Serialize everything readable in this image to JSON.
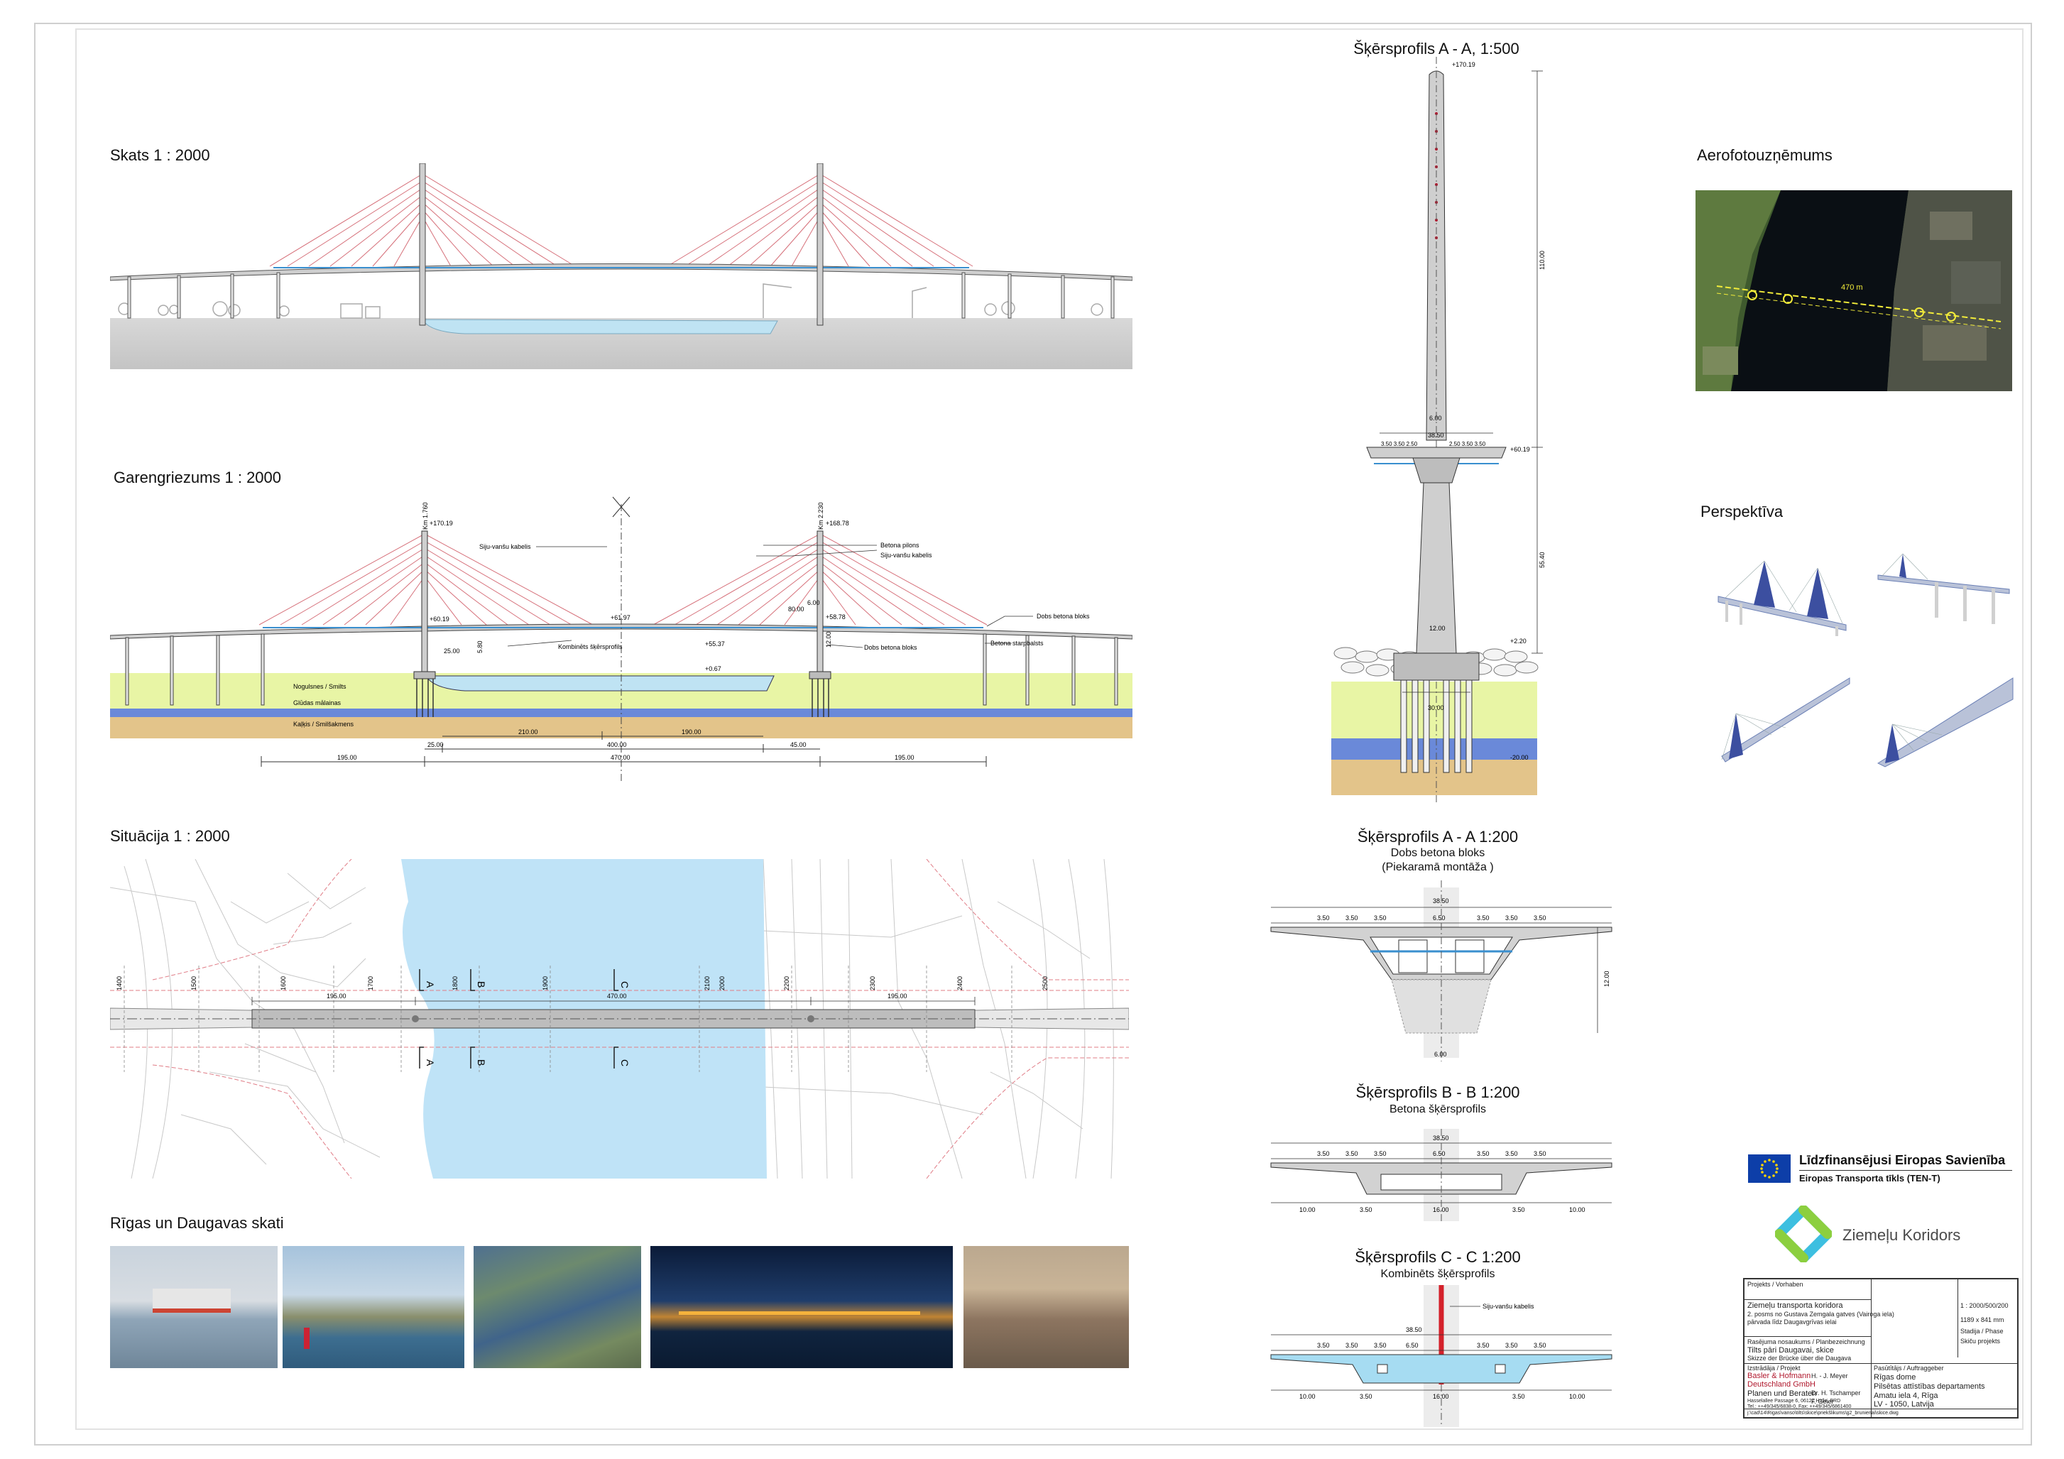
{
  "headings": {
    "view": "Skats 1 : 2000",
    "longitudinal": "Garengriezums 1 : 2000",
    "situation": "Situācija 1 : 2000",
    "photos": "Rīgas un Daugavas skati",
    "section_pylon": "Šķērsprofils A - A, 1:500",
    "aerial": "Aerofotouzņēmums",
    "perspective": "Perspektīva",
    "section_a": "Šķērsprofils A - A 1:200",
    "section_a_sub1": "Dobs betona bloks",
    "section_a_sub2": "(Piekaramā montāža )",
    "section_b": "Šķērsprofils B - B 1:200",
    "section_b_sub": "Betona šķērsprofils",
    "section_c": "Šķērsprofils C - C 1:200",
    "section_c_sub": "Kombinēts šķērsprofils"
  },
  "longitudinal": {
    "labels": {
      "cable_left": "Siju-vanšu kabelis",
      "pylon": "Betona pilons",
      "cable_right": "Siju-vanšu kabelis",
      "hollow_block_right": "Dobs betona bloks",
      "combined": "Kombinēts šķērsprofils",
      "hollow_block_center": "Dobs betona bloks",
      "concrete_pier": "Betona starpbalsts",
      "layer1": "Nogulsnes / Smilts",
      "layer2": "Glūdas mālainas",
      "layer3": "Kaļķis / Smilšakmens"
    },
    "elevations": {
      "km_left": "Km 1.760",
      "km_right": "Km 2.230",
      "top_left": "+170.19",
      "top_right": "+168.78",
      "deck_left": "+60.19",
      "deck_right": "+58.78",
      "mid": "+61.97",
      "clear": "+55.37",
      "water": "+0.67",
      "d1": "6.00",
      "d2": "80.00",
      "d3": "5.80",
      "d4": "25.00",
      "d5": "12.00"
    },
    "dims": {
      "side_left": "195.00",
      "main": "470.00",
      "side_right": "195.00",
      "a25": "25.00",
      "a210": "210.00",
      "a400": "400.00",
      "a190": "190.00",
      "a45": "45.00"
    }
  },
  "situation": {
    "stations": [
      "1400",
      "1500",
      "1600",
      "1700",
      "1800",
      "1900",
      "2000",
      "2100",
      "2200",
      "2300",
      "2400",
      "2500"
    ],
    "dims": {
      "left": "195.00",
      "main": "470.00",
      "right": "195.00"
    },
    "marks": [
      "A",
      "B",
      "C"
    ]
  },
  "pylon": {
    "top": "+170.19",
    "deck": "+60.19",
    "ground": "+2.20",
    "pile_base": "-20.00",
    "h_upper": "110.00",
    "h_lower": "55.40",
    "w_top": "6.00",
    "w_deck": "38.50",
    "w_base": "12.00",
    "w_footing": "30.00",
    "lanes_l": "3.50 3.50 2.50",
    "lanes_r": "2.50 3.50 3.50"
  },
  "sections": {
    "a": {
      "total": "38.50",
      "lanes": [
        "3.50",
        "3.50",
        "3.50",
        "6.50",
        "3.50",
        "3.50",
        "3.50"
      ],
      "height": "12.00",
      "bottom": "6.00"
    },
    "b": {
      "total": "38.50",
      "lanes": [
        "3.50",
        "3.50",
        "3.50",
        "6.50",
        "3.50",
        "3.50",
        "3.50"
      ],
      "bottom": [
        "10.00",
        "3.50",
        "16.00",
        "3.50",
        "10.00"
      ]
    },
    "c": {
      "total": "38.50",
      "lanes": [
        "3.50",
        "3.50",
        "3.50",
        "6.50",
        "3.50",
        "3.50",
        "3.50"
      ],
      "bottom": [
        "10.00",
        "3.50",
        "16.00",
        "3.50",
        "10.00"
      ],
      "cable": "Siju-vanšu kabelis"
    }
  },
  "aerial": {
    "span": "470 m"
  },
  "eu": {
    "title": "Līdzfinansējusi Eiropas Savienība",
    "subtitle": "Eiropas Transporta tīkls (TEN-T)"
  },
  "logo": {
    "text": "Ziemeļu Koridors"
  },
  "titleblock": {
    "project_head": "Projekts / Vorhaben",
    "project1": "Ziemeļu transporta koridora",
    "project2": "2. posms no Gustava Zemgala gatves (Vairoga iela)",
    "project3": "pārvada līdz Daugavgrīvas ielai",
    "object_head": "Rasējuma nosaukums / Planbezeichnung",
    "object1": "Tilts pāri Daugavai, skice",
    "object2": "Skizze der Brücke über die Daugava",
    "company_head": "Izstrādāja / Projekt",
    "company1": "Basler & Hofmann",
    "company2": "Deutschland GmbH",
    "company3": "Planen und Beraten",
    "company4": "Hasselallee Passage 6, 06122 Halle, BRD",
    "company5": "Tel.: ++49/345/6838-0, Fax: ++49/345/6861400",
    "person1": "Dr. H. Tschamper",
    "person2": "F. Geier",
    "person3": "H. - J. Meyer",
    "client_head": "Pasūtītājs / Auftraggeber",
    "client1": "Rīgas dome",
    "client2": "Pilsētas attīstības departaments",
    "client3": "Amatu iela 4, Rīga",
    "client4": "LV - 1050, Latvija",
    "phase_head": "Stadija / Phase",
    "scale": "1 : 2000/500/200",
    "format": "1189 x 841 mm",
    "stage": "Skiču projekts",
    "path": "j:\\cad\\14\\Rigas\\vanso\\tilts\\skice\\priekšlikums\\g2_brunienai\\skice.dwg"
  }
}
